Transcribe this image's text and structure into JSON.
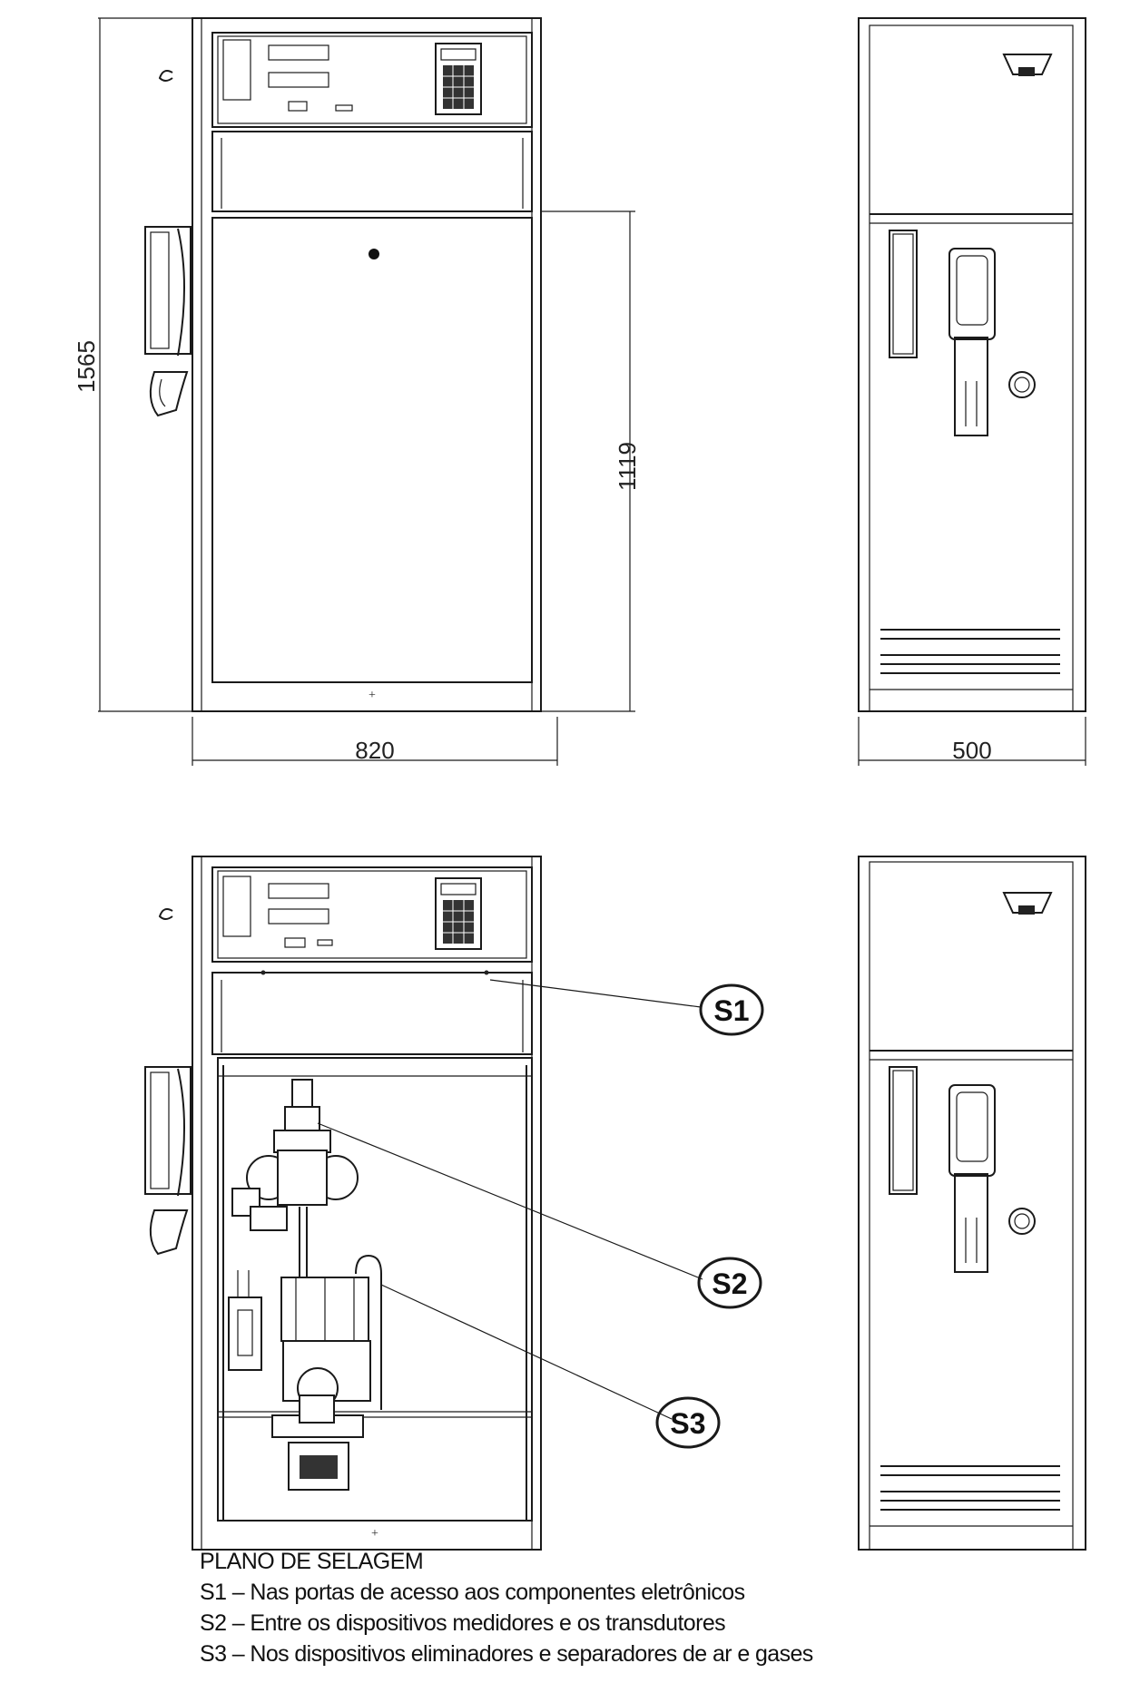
{
  "dimensions": {
    "height_total": "1565",
    "height_door": "1119",
    "width_front": "820",
    "width_side": "500"
  },
  "seals": {
    "s1": "S1",
    "s2": "S2",
    "s3": "S3"
  },
  "legend": {
    "title": "PLANO DE SELAGEM",
    "items": [
      "S1 – Nas portas de acesso aos componentes eletrônicos",
      "S2 – Entre os dispositivos medidores e os transdutores",
      "S3 – Nos dispositivos eliminadores e separadores de ar e gases"
    ]
  }
}
